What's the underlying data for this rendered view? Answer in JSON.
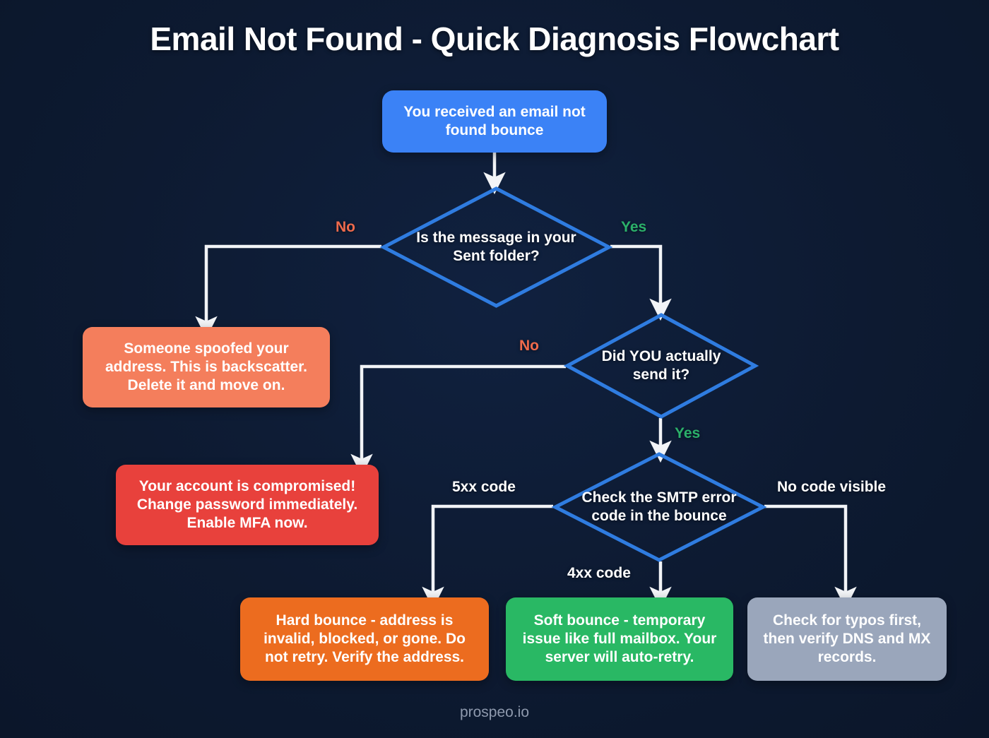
{
  "page": {
    "title": "Email Not Found - Quick Diagnosis Flowchart",
    "footer": "prospeo.io",
    "background_color": "#0d1a31"
  },
  "palette": {
    "start": "#3b82f6",
    "diamond_stroke": "#2f7ce0",
    "connector": "#f2f4f7",
    "salmon": "#f47e5c",
    "red": "#e8413c",
    "orange": "#ec6c1f",
    "green": "#29b864",
    "slate": "#9aa6bb",
    "label_no": "#ef6a4c",
    "label_yes": "#2bb06a",
    "label_plain": "#ffffff"
  },
  "chart_data": {
    "type": "diagram",
    "title": "Email Not Found - Quick Diagnosis Flowchart",
    "nodes": [
      {
        "id": "start",
        "shape": "rounded-rect",
        "color": "#3b82f6",
        "text": "You received an email not found bounce"
      },
      {
        "id": "q_sent",
        "shape": "diamond",
        "color": "#2f7ce0",
        "text": "Is the message in your Sent folder?"
      },
      {
        "id": "spoofed",
        "shape": "rounded-rect",
        "color": "#f47e5c",
        "text": "Someone spoofed your address. This is backscatter. Delete it and move on."
      },
      {
        "id": "q_you_sent",
        "shape": "diamond",
        "color": "#2f7ce0",
        "text": "Did YOU actually send it?"
      },
      {
        "id": "compromised",
        "shape": "rounded-rect",
        "color": "#e8413c",
        "text": "Your account is compromised! Change password immediately. Enable MFA now."
      },
      {
        "id": "q_smtp",
        "shape": "diamond",
        "color": "#2f7ce0",
        "text": "Check the SMTP error code in the bounce"
      },
      {
        "id": "hard_bounce",
        "shape": "rounded-rect",
        "color": "#ec6c1f",
        "text": "Hard bounce - address is invalid, blocked, or gone. Do not retry. Verify the address."
      },
      {
        "id": "soft_bounce",
        "shape": "rounded-rect",
        "color": "#29b864",
        "text": "Soft bounce - temporary issue like full mailbox. Your server will auto-retry."
      },
      {
        "id": "typos_dns",
        "shape": "rounded-rect",
        "color": "#9aa6bb",
        "text": "Check for typos first, then verify DNS and MX records."
      }
    ],
    "edges": [
      {
        "from": "start",
        "to": "q_sent",
        "label": ""
      },
      {
        "from": "q_sent",
        "to": "spoofed",
        "label": "No"
      },
      {
        "from": "q_sent",
        "to": "q_you_sent",
        "label": "Yes"
      },
      {
        "from": "q_you_sent",
        "to": "compromised",
        "label": "No"
      },
      {
        "from": "q_you_sent",
        "to": "q_smtp",
        "label": "Yes"
      },
      {
        "from": "q_smtp",
        "to": "hard_bounce",
        "label": "5xx code"
      },
      {
        "from": "q_smtp",
        "to": "soft_bounce",
        "label": "4xx code"
      },
      {
        "from": "q_smtp",
        "to": "typos_dns",
        "label": "No code visible"
      }
    ]
  },
  "nodes": {
    "start": "You received an email not found bounce",
    "q_sent": "Is the message in your Sent folder?",
    "spoofed": "Someone spoofed your address. This is backscatter. Delete it and move on.",
    "q_you_sent": "Did YOU actually send it?",
    "compromised": "Your account is compromised! Change password immediately. Enable MFA now.",
    "q_smtp": "Check the SMTP error code in the bounce",
    "hard_bounce": "Hard bounce - address is invalid, blocked, or gone. Do not retry. Verify the address.",
    "soft_bounce": "Soft bounce - temporary issue like full mailbox. Your server will auto-retry.",
    "typos_dns": "Check for typos first, then verify DNS and MX records."
  },
  "edge_labels": {
    "sent_no": "No",
    "sent_yes": "Yes",
    "you_sent_no": "No",
    "you_sent_yes": "Yes",
    "smtp_5xx": "5xx code",
    "smtp_4xx": "4xx code",
    "smtp_none": "No code visible"
  }
}
